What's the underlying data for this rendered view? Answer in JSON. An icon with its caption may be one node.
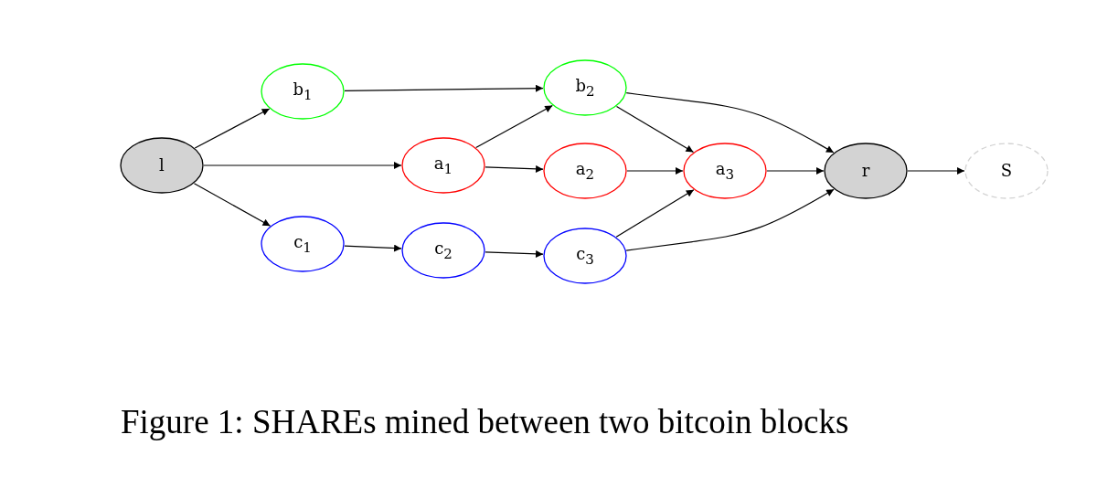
{
  "diagram": {
    "caption": "Figure 1: SHAREs mined between two bitcoin blocks",
    "nodes": [
      {
        "text": [
          "l"
        ]
      },
      {
        "text": [
          "b$_{1}$"
        ]
      },
      {
        "text": [
          "b$_{2}$"
        ]
      },
      {
        "text": [
          "a$_{1}$"
        ]
      },
      {
        "text": [
          "a$_{2}$"
        ]
      },
      {
        "text": [
          "a$_{3}$"
        ]
      },
      {
        "text": [
          "c$_{1}$"
        ]
      },
      {
        "text": [
          "c$_{2}$"
        ]
      },
      {
        "text": [
          "c$_{3}$"
        ]
      },
      {
        "text": [
          "r"
        ]
      },
      {
        "text": [
          "S"
        ]
      }
    ],
    "edges": [
      {
        "from": 0,
        "to": 1,
        "arrow": "to"
      },
      {
        "from": 0,
        "to": 3,
        "arrow": "to"
      },
      {
        "from": 0,
        "to": 6,
        "arrow": "to"
      },
      {
        "from": 1,
        "to": 2,
        "arrow": "to"
      },
      {
        "from": 2,
        "to": 5,
        "arrow": "to"
      },
      {
        "from": 2,
        "to": 9,
        "arrow": "to"
      },
      {
        "from": 3,
        "to": 2,
        "arrow": "to"
      },
      {
        "from": 3,
        "to": 4,
        "arrow": "to"
      },
      {
        "from": 4,
        "to": 5,
        "arrow": "to"
      },
      {
        "from": 5,
        "to": 9,
        "arrow": "to"
      },
      {
        "from": 6,
        "to": 7,
        "arrow": "to"
      },
      {
        "from": 7,
        "to": 8,
        "arrow": "to"
      },
      {
        "from": 8,
        "to": 5,
        "arrow": "to"
      },
      {
        "from": 8,
        "to": 9,
        "arrow": "to"
      },
      {
        "from": 9,
        "to": 10,
        "arrow": "to"
      }
    ]
  }
}
